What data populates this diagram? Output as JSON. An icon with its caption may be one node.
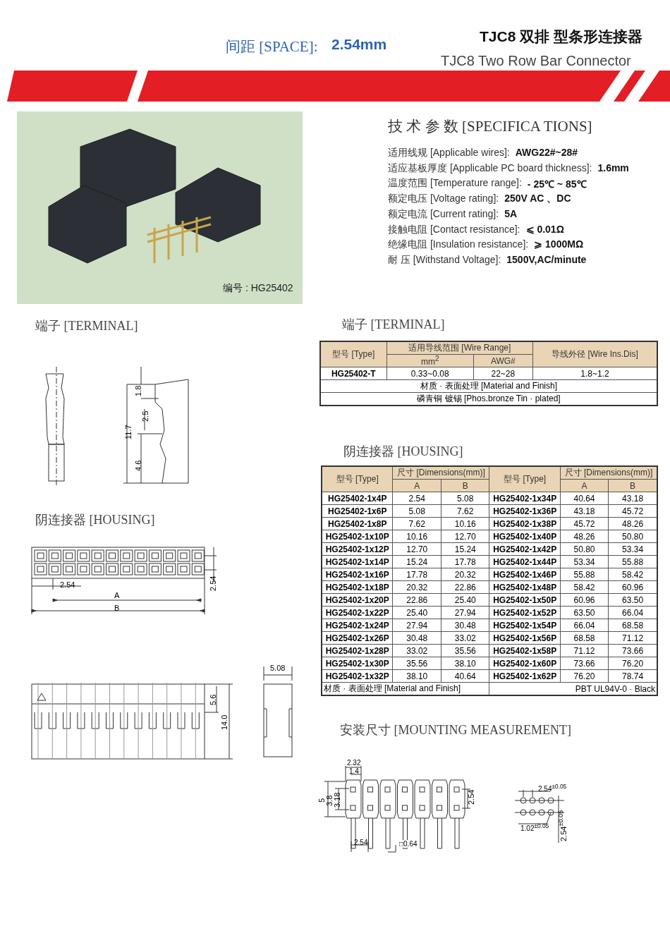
{
  "diagram": {
    "title": "TJC8 双排 型条形连接器",
    "labels": [
      "间距 [SPACE]:",
      "2.54mm",
      "TJC8 Two Row Bar Connector",
      "编号 : HG25402",
      "技 术 参 数 [SPECIFICA TIONS]",
      "适用线规 [Applicable wires]:",
      "AWG22#~28#",
      "适应基板厚度 [Applicable PC board thickness]:",
      "1.6mm",
      "温度范围 [Temperature range]:",
      "- 25℃ ~ 85℃",
      "额定电压 [Voltage rating]:",
      "250V AC 、DC",
      "额定电流 [Current rating]:",
      "5A",
      "接触电阻 [Contact resistance]:",
      "⩽ 0.01Ω",
      "绝缘电阻 [Insulation resistance]:",
      "⩾ 1000MΩ",
      "耐 压 [Withstand Voltage]:",
      "1500V,AC/minute",
      "端子 [TERMINAL]",
      "1.8",
      "2.5",
      "11.7",
      "4.6",
      "阴连接器 [HOUSING]",
      "2.54",
      "A",
      "B",
      "2.54",
      "5.6",
      "14.0",
      "5.08",
      "端子 [TERMINAL]",
      "型号 [Type]",
      "适用导线范围 [Wire Range]",
      "导线外径 [Wire Ins.Dis]",
      "mm$^{2}$",
      "AWG#",
      "HG25402-T",
      "0.33~0.08",
      "22~28",
      "1.8~1.2",
      "材质 · 表面处理 [Material and Finish]",
      "磷青铜 镀锡 [Phos.bronze Tin · plated]",
      "阴连接器 [HOUSING]",
      "型号 [Type]",
      "尺寸 [Dimensions(mm)]",
      "型号 [Type]",
      "尺寸 [Dimensions(mm)]",
      "A",
      "B",
      "A",
      "B",
      "HG25402-1x4P",
      "2.54",
      "5.08",
      "HG25402-1x34P",
      "40.64",
      "43.18",
      "HG25402-1x6P",
      "5.08",
      "7.62",
      "HG25402-1x36P",
      "43.18",
      "45.72",
      "HG25402-1x8P",
      "7.62",
      "10.16",
      "HG25402-1x38P",
      "45.72",
      "48.26",
      "HG25402-1x10P",
      "10.16",
      "12.70",
      "HG25402-1x40P",
      "48.26",
      "50.80",
      "HG25402-1x12P",
      "12.70",
      "15.24",
      "HG25402-1x42P",
      "50.80",
      "53.34",
      "HG25402-1x14P",
      "15.24",
      "17.78",
      "HG25402-1x44P",
      "53.34",
      "55.88",
      "HG25402-1x16P",
      "17.78",
      "20.32",
      "HG25402-1x46P",
      "55.88",
      "58.42",
      "HG25402-1x18P",
      "20.32",
      "22.86",
      "HG25402-1x48P",
      "58.42",
      "60.96",
      "HG25402-1x20P",
      "22.86",
      "25.40",
      "HG25402-1x50P",
      "60.96",
      "63.50",
      "HG25402-1x22P",
      "25.40",
      "27.94",
      "HG25402-1x52P",
      "63.50",
      "66.04",
      "HG25402-1x24P",
      "27.94",
      "30.48",
      "HG25402-1x54P",
      "66.04",
      "68.58",
      "HG25402-1x26P",
      "30.48",
      "33.02",
      "HG25402-1x56P",
      "68.58",
      "71.12",
      "HG25402-1x28P",
      "33.02",
      "35.56",
      "HG25402-1x58P",
      "71.12",
      "73.66",
      "HG25402-1x30P",
      "35.56",
      "38.10",
      "HG25402-1x60P",
      "73.66",
      "76.20",
      "HG25402-1x32P",
      "38.10",
      "40.64",
      "HG25402-1x62P",
      "76.20",
      "78.74",
      "材质 · 表面处理 [Material and Finish]",
      "PBT UL94V-0 · Black",
      "安装尺寸 [MOUNTING MEASUREMENT]",
      "2.32",
      "1.4",
      "5",
      "3.8",
      "3.18",
      "2.54",
      "2.54",
      "□0.64",
      "2.54$^{±0.05}$",
      "1.02$^{±0.05}$",
      "2.54$^{±0.05}$"
    ]
  }
}
